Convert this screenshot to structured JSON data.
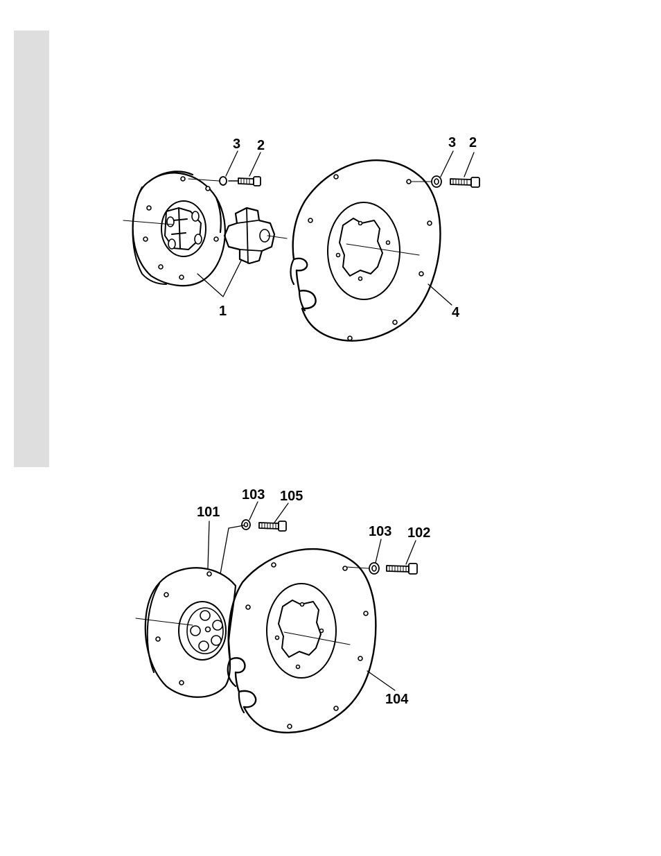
{
  "diagram_top": {
    "callouts": [
      "3",
      "2",
      "3",
      "2",
      "1",
      "4"
    ]
  },
  "diagram_bottom": {
    "callouts": [
      "103",
      "105",
      "101",
      "103",
      "102",
      "104"
    ]
  }
}
